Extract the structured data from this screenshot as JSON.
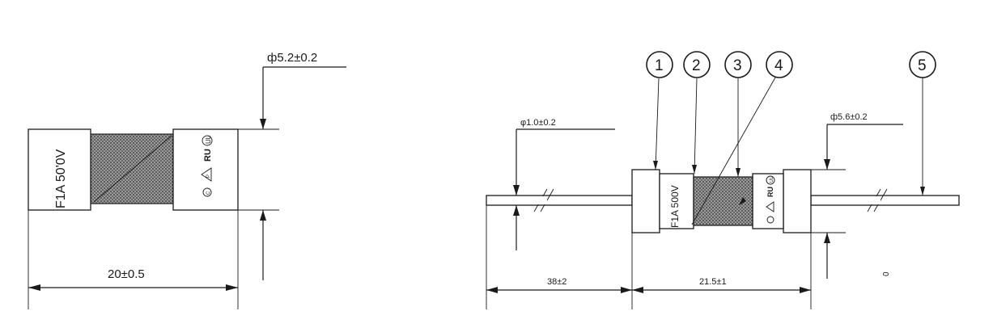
{
  "left_view": {
    "diameter_label": "ф5.2±0.2",
    "length_label": "20±0.5",
    "rating_label": "F1A 50'0V"
  },
  "right_view": {
    "lead_diameter_label": "φ1.0±0.2",
    "body_diameter_label": "ф5.6±0.2",
    "lead_length_label": "38±2",
    "body_length_label": "21.5±1",
    "rating_label": "F1A 500V",
    "stray_mark": "0",
    "callouts": [
      "1",
      "2",
      "3",
      "4",
      "5"
    ]
  },
  "cert_marks": [
    "UL-recognized-mark",
    "PSE-triangle-mark",
    "CE-circle-mark"
  ]
}
